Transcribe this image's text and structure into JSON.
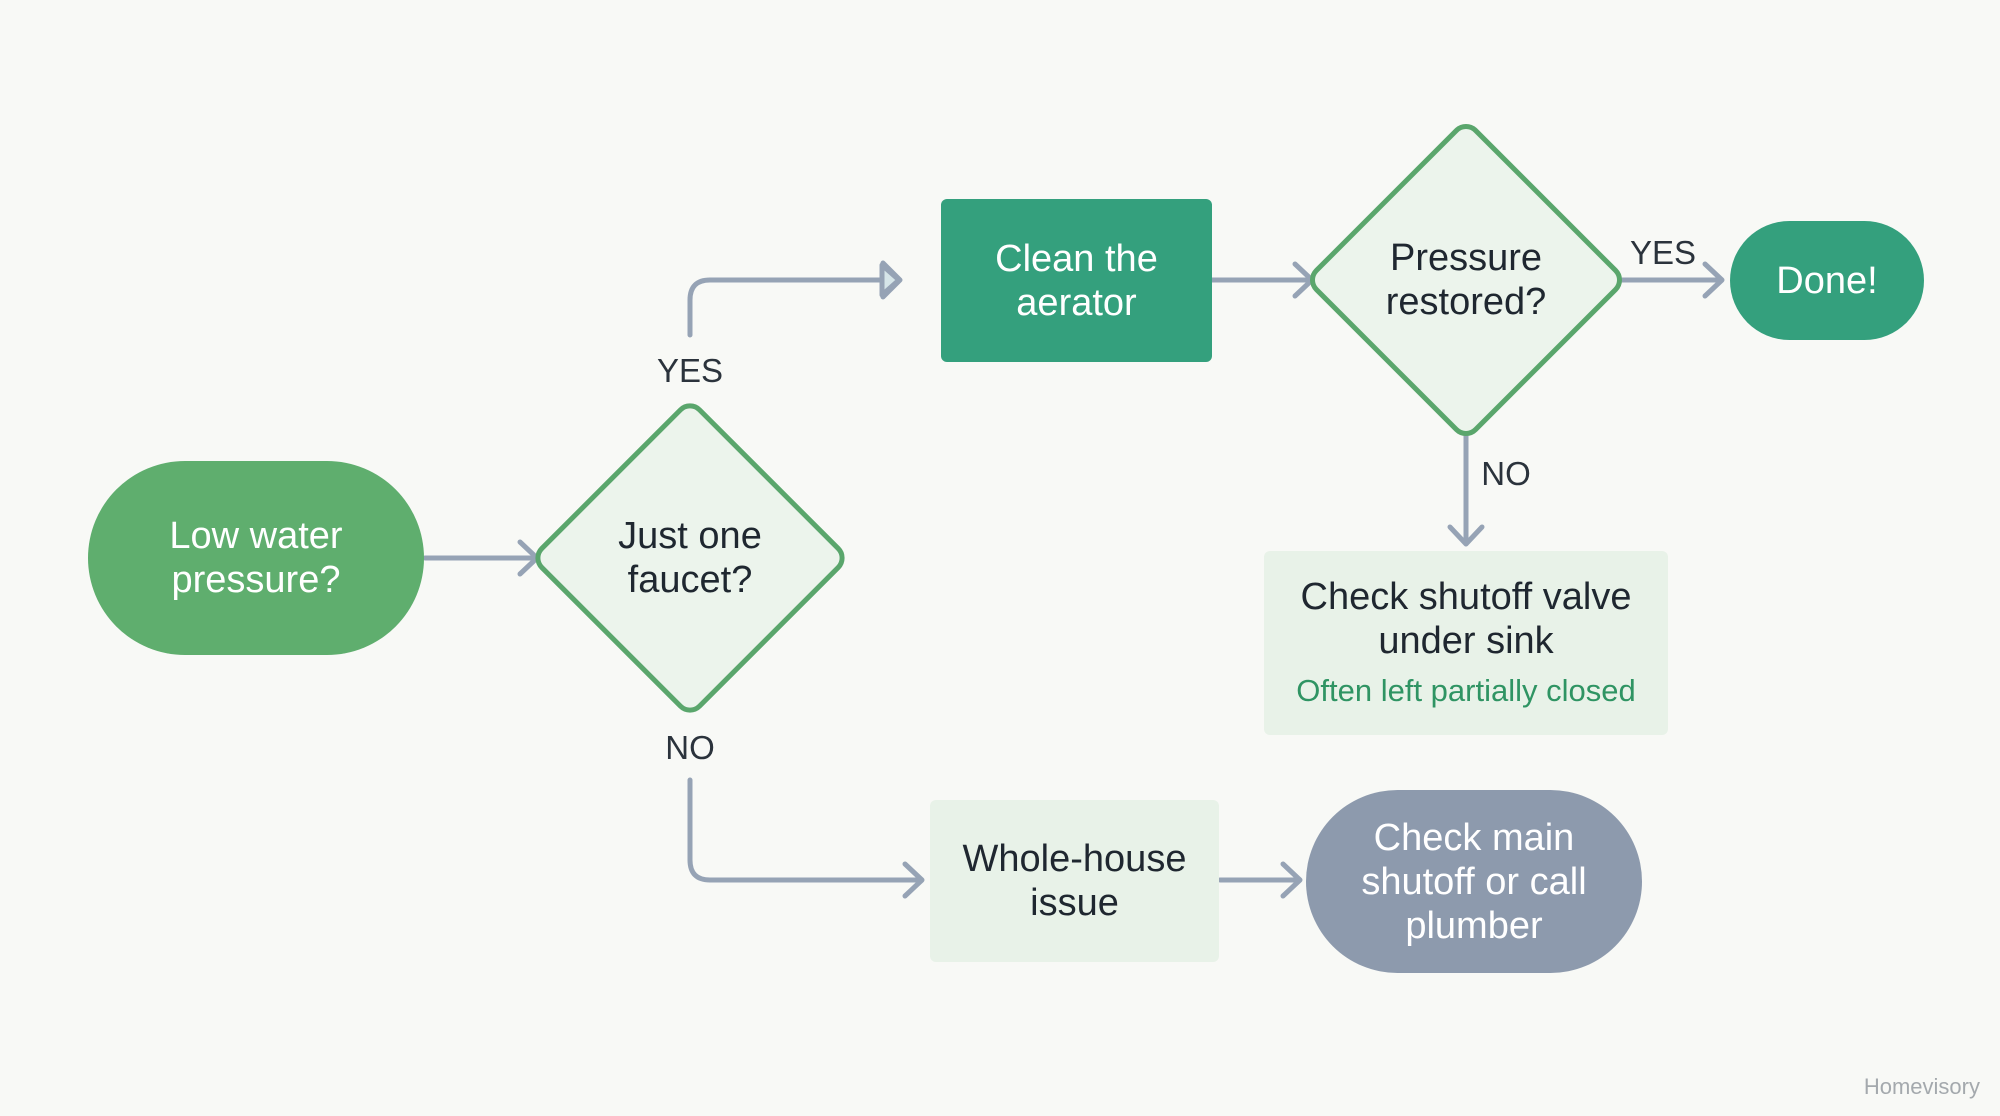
{
  "nodes": {
    "start": "Low water pressure?",
    "faucet_q": "Just one faucet?",
    "clean": "Clean the aerator",
    "restored_q": "Pressure restored?",
    "done": "Done!",
    "shutoff": "Check shutoff valve under sink",
    "shutoff_note": "Often left partially closed",
    "whole_house": "Whole-house issue",
    "main_shutoff": "Check main shutoff or call plumber"
  },
  "edges": {
    "faucet_yes": "YES",
    "faucet_no": "NO",
    "restored_yes": "YES",
    "restored_no": "NO"
  },
  "brand": "Homevisory",
  "colors": {
    "background": "#f8f9f6",
    "start_green": "#5fae6e",
    "action_teal": "#34a07d",
    "decision_border": "#5aa66c",
    "decision_fill": "#ecf4ec",
    "note_box": "#e8f2e8",
    "terminal_gray": "#8d9aad",
    "arrow_gray": "#96a3b5",
    "note_text": "#2f9463"
  }
}
